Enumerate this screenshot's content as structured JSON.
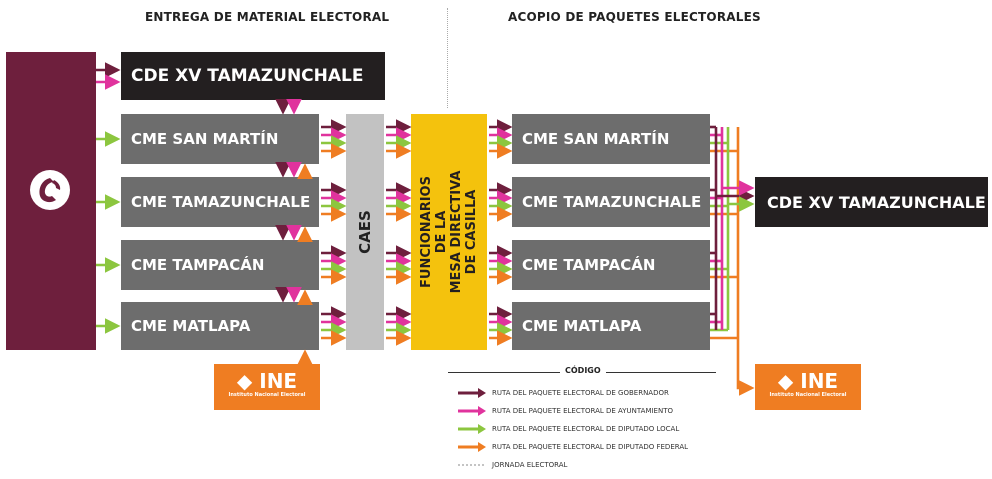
{
  "titles": {
    "left": "ENTREGA DE MATERIAL ELECTORAL",
    "right": "ACOPIO DE PAQUETES ELECTORALES"
  },
  "cde_left": "CDE XV TAMAZUNCHALE",
  "cde_right": "CDE XV TAMAZUNCHALE",
  "cme_left": [
    "CME SAN MARTÍN",
    "CME TAMAZUNCHALE",
    "CME TAMPACÁN",
    "CME MATLAPA"
  ],
  "cme_right": [
    "CME SAN MARTÍN",
    "CME TAMAZUNCHALE",
    "CME TAMPACÁN",
    "CME MATLAPA"
  ],
  "caes": "CAES",
  "funcionarios": [
    "FUNCIONARIOS",
    "DE LA",
    "MESA DIRECTIVA",
    "DE CASILLA"
  ],
  "ine": {
    "word": "INE",
    "subtitle": "Instituto Nacional Electoral"
  },
  "legend": {
    "title": "CÓDIGO",
    "items": [
      "RUTA DEL PAQUETE ELECTORAL DE GOBERNADOR",
      "RUTA DEL PAQUETE ELECTORAL DE AYUNTAMIENTO",
      "RUTA DEL PAQUETE ELECTORAL DE DIPUTADO LOCAL",
      "RUTA DEL PAQUETE ELECTORAL DE DIPUTADO FEDERAL"
    ],
    "dotted_item": "JORNADA ELECTORAL"
  },
  "colors": {
    "gobernador": "#6e1f3d",
    "ayuntamiento": "#e0339d",
    "diputado_local": "#8cc63f",
    "diputado_federal": "#ef7d22",
    "panel": "#6e1f3d",
    "dark_box": "#231f20",
    "grey_box": "#6d6d6d",
    "caes": "#c2c2c2",
    "funcionarios": "#f4c20d",
    "ine": "#ef7d22"
  },
  "icons": [
    "electoral-logo-icon",
    "ine-logo-icon"
  ]
}
